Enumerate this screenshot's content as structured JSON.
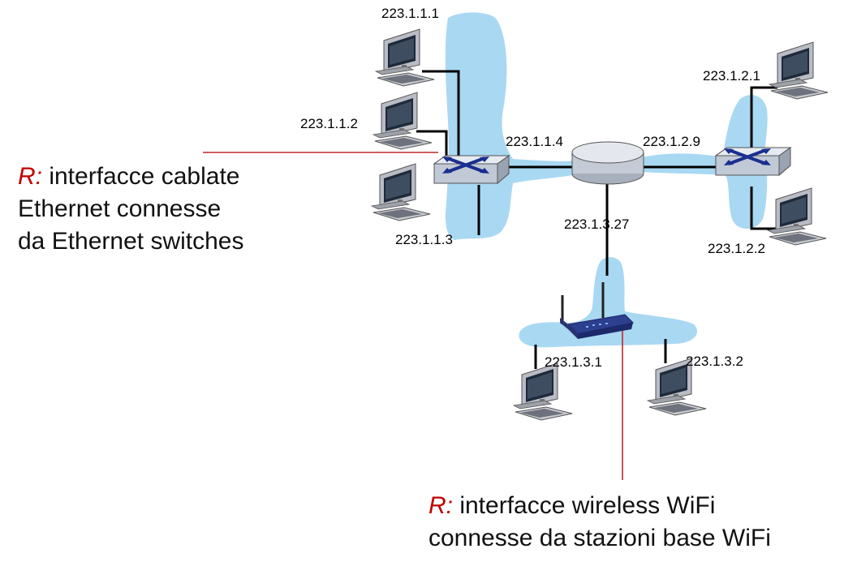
{
  "diagram": {
    "subnet_labels": {
      "h111": "223.1.1.1",
      "h112": "223.1.1.2",
      "h113": "223.1.1.3",
      "r114": "223.1.1.4",
      "h121": "223.1.2.1",
      "r129": "223.1.2.9",
      "h122": "223.1.2.2",
      "r1327": "223.1.3.27",
      "h131": "223.1.3.1",
      "h132": "223.1.3.2"
    },
    "annotation_wired": {
      "r_prefix": "R:",
      "line1": " interfacce cablate",
      "line2": "Ethernet connesse",
      "line3": "da Ethernet switches"
    },
    "annotation_wifi": {
      "r_prefix": "R:",
      "line1": " interfacce wireless WiFi",
      "line2": "connesse da stazioni base WiFi"
    },
    "colors": {
      "subnet_blob": "#a9d8f2",
      "annotation_prefix": "#c00000",
      "pointer_line": "#c0282d",
      "switch_arrows": "#1a2f8f"
    }
  }
}
